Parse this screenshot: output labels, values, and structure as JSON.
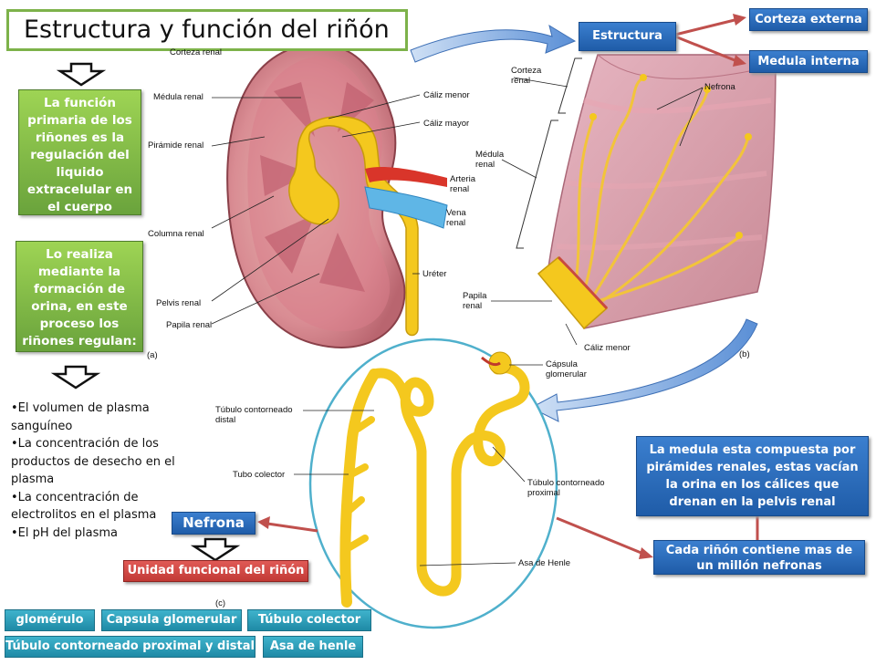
{
  "title": "Estructura y función del riñón",
  "green_boxes": [
    "La función primaria de los riñones es la regulación del liquido extracelular en el cuerpo",
    "Lo realiza mediante la formación de orina, en este proceso los riñones regulan:"
  ],
  "bullets": [
    "•El volumen de plasma sanguíneo",
    "•La concentración de los productos de desecho en el plasma",
    "•La concentración de electrolitos en el plasma",
    "•El pH del plasma"
  ],
  "nefrona_box": "Nefrona",
  "unidad_box": "Unidad funcional del riñón",
  "estructura_box": "Estructura",
  "corteza_box": "Corteza externa",
  "medula_box": "Medula interna",
  "medula_text": "La medula esta compuesta por pirámides renales, estas vacían la orina en los cálices que drenan en la pelvis renal",
  "nefronas_text": "Cada riñón contiene mas de un millón nefronas",
  "parts": [
    "glomérulo",
    "Capsula glomerular",
    "Túbulo colector",
    "Túbulo contorneado proximal y distal",
    "Asa de henle"
  ],
  "kidney_labels": {
    "corteza": "Corteza renal",
    "medula": "Médula renal",
    "piramide": "Pirámide renal",
    "columna": "Columna renal",
    "pelvis": "Pelvis renal",
    "papila": "Papila renal",
    "caliz_menor": "Cáliz menor",
    "caliz_mayor": "Cáliz mayor",
    "arteria": "Arteria renal",
    "vena": "Vena renal",
    "ureter": "Uréter",
    "fig": "(a)"
  },
  "wedge_labels": {
    "corteza": "Corteza renal",
    "medula": "Médula renal",
    "nefrona": "Nefrona",
    "papila": "Papila renal",
    "caliz_menor": "Cáliz menor",
    "fig": "(b)"
  },
  "nephron_labels": {
    "capsula": "Cápsula glomerular",
    "distal": "Túbulo contorneado distal",
    "colector": "Tubo colector",
    "proximal": "Túbulo contorneado proximal",
    "asa": "Asa de Henle",
    "fig": "(c)"
  },
  "colors": {
    "green": "#7db24a",
    "blue": "#1f5ca8",
    "red": "#c23a36",
    "teal": "#1f8aa6",
    "tubule": "#f5c400"
  }
}
